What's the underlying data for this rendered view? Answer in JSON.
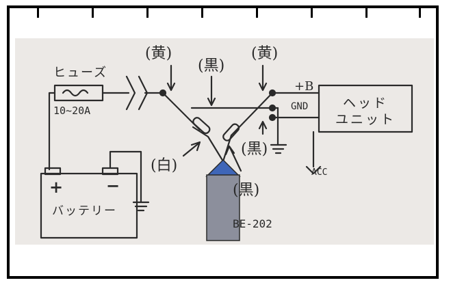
{
  "fuse": {
    "label": "ヒューズ",
    "rating": "10~20A"
  },
  "wires": {
    "yellow_left": "(黄)",
    "black_top": "(黒)",
    "yellow_right": "(黄)",
    "white": "(白)",
    "black_mid": "(黒)",
    "black_low": "(黒)"
  },
  "terminals": {
    "plus_b": "+B",
    "gnd": "GND",
    "acc": "ACC"
  },
  "head_unit": {
    "line1": "ヘッド",
    "line2": "ユニット"
  },
  "battery": {
    "label": "バッテリー",
    "plus": "+",
    "minus": "−"
  },
  "device": {
    "model": "BE-202"
  },
  "colors": {
    "ink": "#2a2a2a",
    "paper": "#ece9e6",
    "device_body": "#8c8f9c",
    "device_cap": "#3f66b8"
  }
}
